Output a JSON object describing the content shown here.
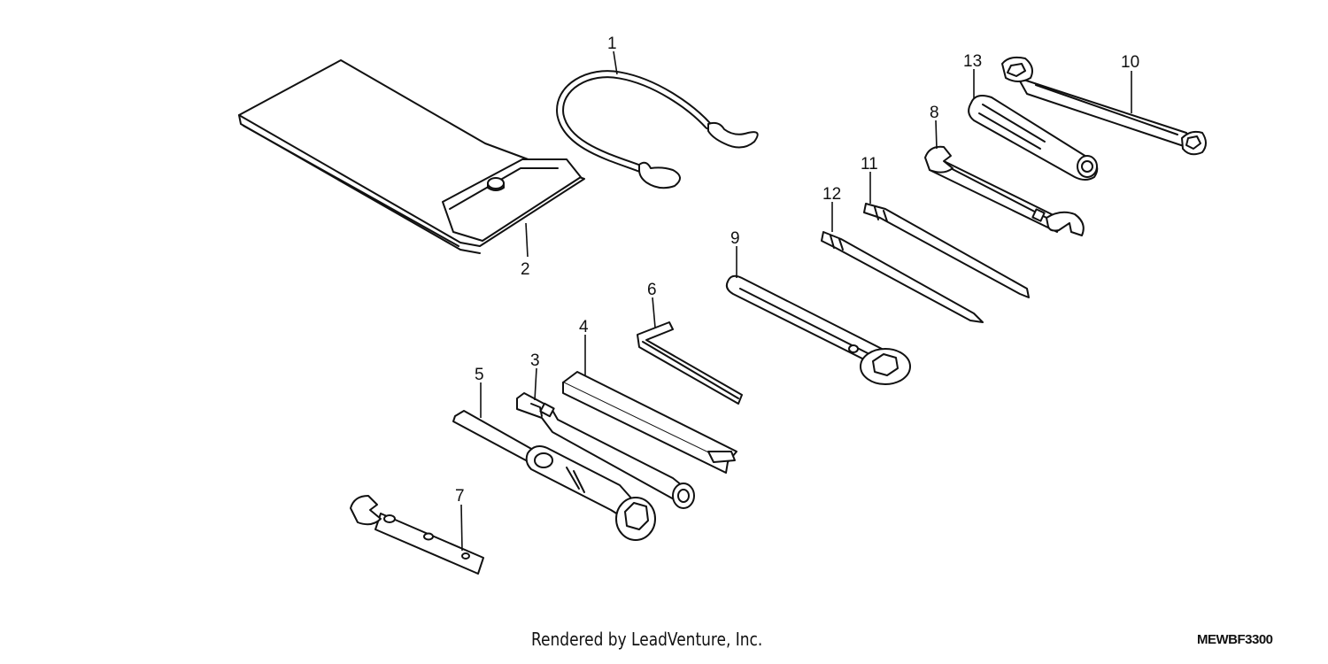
{
  "parts": [
    {
      "id": "part-1",
      "number": "1"
    },
    {
      "id": "part-2",
      "number": "2"
    },
    {
      "id": "part-3",
      "number": "3"
    },
    {
      "id": "part-4",
      "number": "4"
    },
    {
      "id": "part-5",
      "number": "5"
    },
    {
      "id": "part-6",
      "number": "6"
    },
    {
      "id": "part-7",
      "number": "7"
    },
    {
      "id": "part-8",
      "number": "8"
    },
    {
      "id": "part-9",
      "number": "9"
    },
    {
      "id": "part-10",
      "number": "10"
    },
    {
      "id": "part-11",
      "number": "11"
    },
    {
      "id": "part-12",
      "number": "12"
    },
    {
      "id": "part-13",
      "number": "13"
    }
  ],
  "footer": {
    "credit": "Rendered by LeadVenture, Inc.",
    "reference_code": "MEWBF3300"
  }
}
